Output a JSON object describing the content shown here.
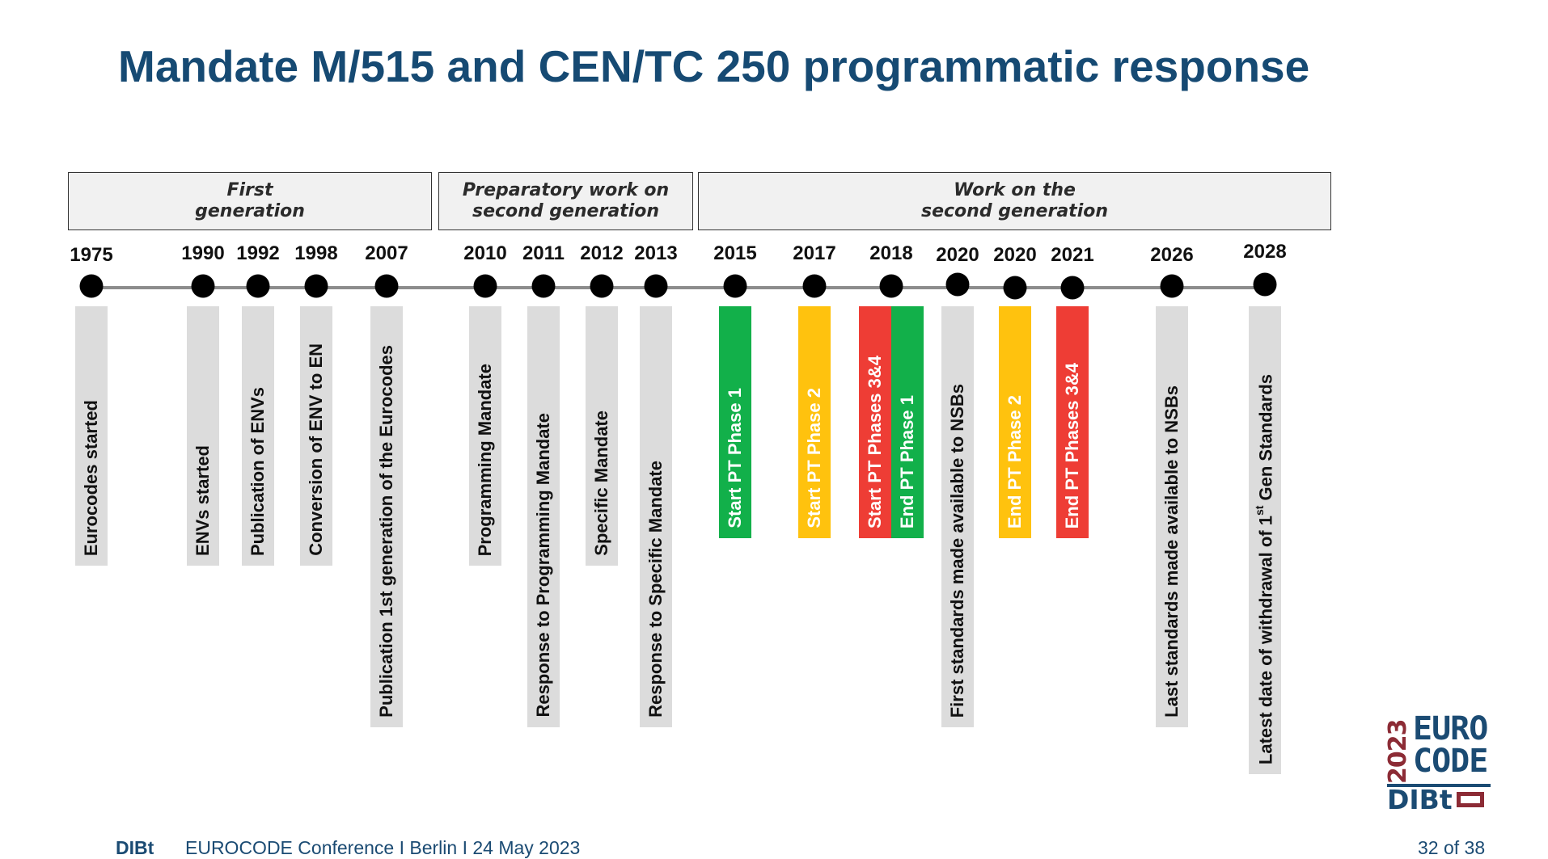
{
  "title": "Mandate M/515 and CEN/TC 250 programmatic response",
  "phases": [
    {
      "label": "First\ngeneration"
    },
    {
      "label": "Preparatory work on\nsecond generation"
    },
    {
      "label": "Work on the\nsecond generation"
    }
  ],
  "events": [
    {
      "year": "1975",
      "label": "Eurocodes started",
      "color": "gray"
    },
    {
      "year": "1990",
      "label": "ENVs started",
      "color": "gray"
    },
    {
      "year": "1992",
      "label": "Publication of  ENVs",
      "color": "gray"
    },
    {
      "year": "1998",
      "label": "Conversion of  ENV to EN",
      "color": "gray"
    },
    {
      "year": "2007",
      "label": "Publication 1st generation of the Eurocodes",
      "color": "gray"
    },
    {
      "year": "2010",
      "label": "Programming Mandate",
      "color": "gray"
    },
    {
      "year": "2011",
      "label": "Response to Programming Mandate",
      "color": "gray"
    },
    {
      "year": "2012",
      "label": "Specific Mandate",
      "color": "gray"
    },
    {
      "year": "2013",
      "label": "Response to Specific Mandate",
      "color": "gray"
    },
    {
      "year": "2015",
      "label": "Start PT Phase 1",
      "color": "green"
    },
    {
      "year": "2017",
      "label": "Start PT Phase 2",
      "color": "yellow"
    },
    {
      "year": "2018",
      "label": "Start  PT Phases 3&4",
      "color": "red",
      "label2": "End PT Phase 1",
      "color2": "green"
    },
    {
      "year": "2020",
      "label": "First standards made available to NSBs",
      "color": "gray"
    },
    {
      "year": "2020",
      "label": "End PT Phase 2",
      "color": "yellow"
    },
    {
      "year": "2021",
      "label": "End PT Phases 3&4",
      "color": "red"
    },
    {
      "year": "2026",
      "label": "Last standards made available to NSBs",
      "color": "gray"
    },
    {
      "year": "2028",
      "label": "Latest date of withdrawal of 1st Gen Standards",
      "color": "gray",
      "sup": "st"
    }
  ],
  "logo": {
    "year": "2023",
    "line1": "EURO",
    "line2": "CODE",
    "org": "DIBt"
  },
  "footer": {
    "brand": "DIBt",
    "text": "EUROCODE Conference I Berlin I 24 May 2023",
    "page": "32 of 38"
  }
}
